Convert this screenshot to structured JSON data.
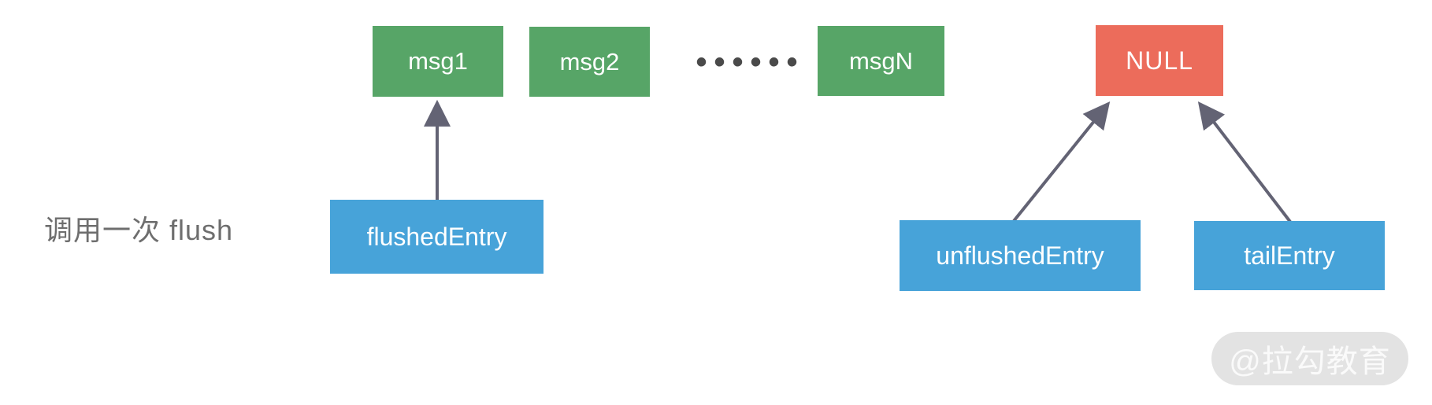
{
  "diagram": {
    "caption": "调用一次 flush",
    "nodes": {
      "msg1": "msg1",
      "msg2": "msg2",
      "ellipsis": "••••••",
      "msgN": "msgN",
      "null": "NULL",
      "flushed": "flushedEntry",
      "unflushed": "unflushedEntry",
      "tail": "tailEntry"
    },
    "connections": [
      {
        "from": "flushedEntry",
        "to": "msg1"
      },
      {
        "from": "unflushedEntry",
        "to": "NULL"
      },
      {
        "from": "tailEntry",
        "to": "NULL"
      }
    ],
    "watermark": "@拉勾教育",
    "colors": {
      "message_box": "#57a567",
      "null_box": "#ec6c5b",
      "entry_box": "#47a3d9",
      "box_text": "#ffffff",
      "arrow": "#636374",
      "ellipsis_dots": "#4a4a4a",
      "caption_text": "#6e6e6e",
      "watermark_bg": "#e3e3e3",
      "watermark_text": "#fafafa"
    }
  }
}
